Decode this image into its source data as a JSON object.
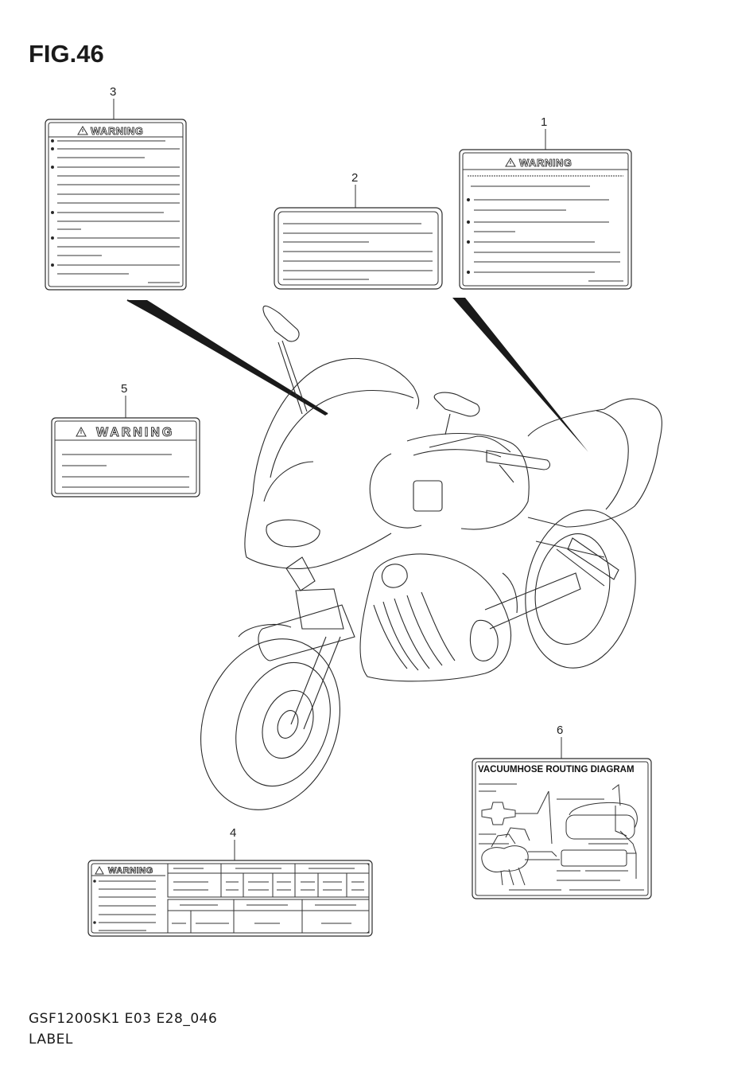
{
  "figure": {
    "title": "FIG.46",
    "footer_code": "GSF1200SK1 E03 E28_046",
    "footer_label": "LABEL"
  },
  "callouts": [
    "1",
    "2",
    "3",
    "4",
    "5",
    "6"
  ],
  "labels": {
    "warning_text": "WARNING",
    "vacuum_title": "VACUUMHOSE ROUTING DIAGRAM"
  }
}
